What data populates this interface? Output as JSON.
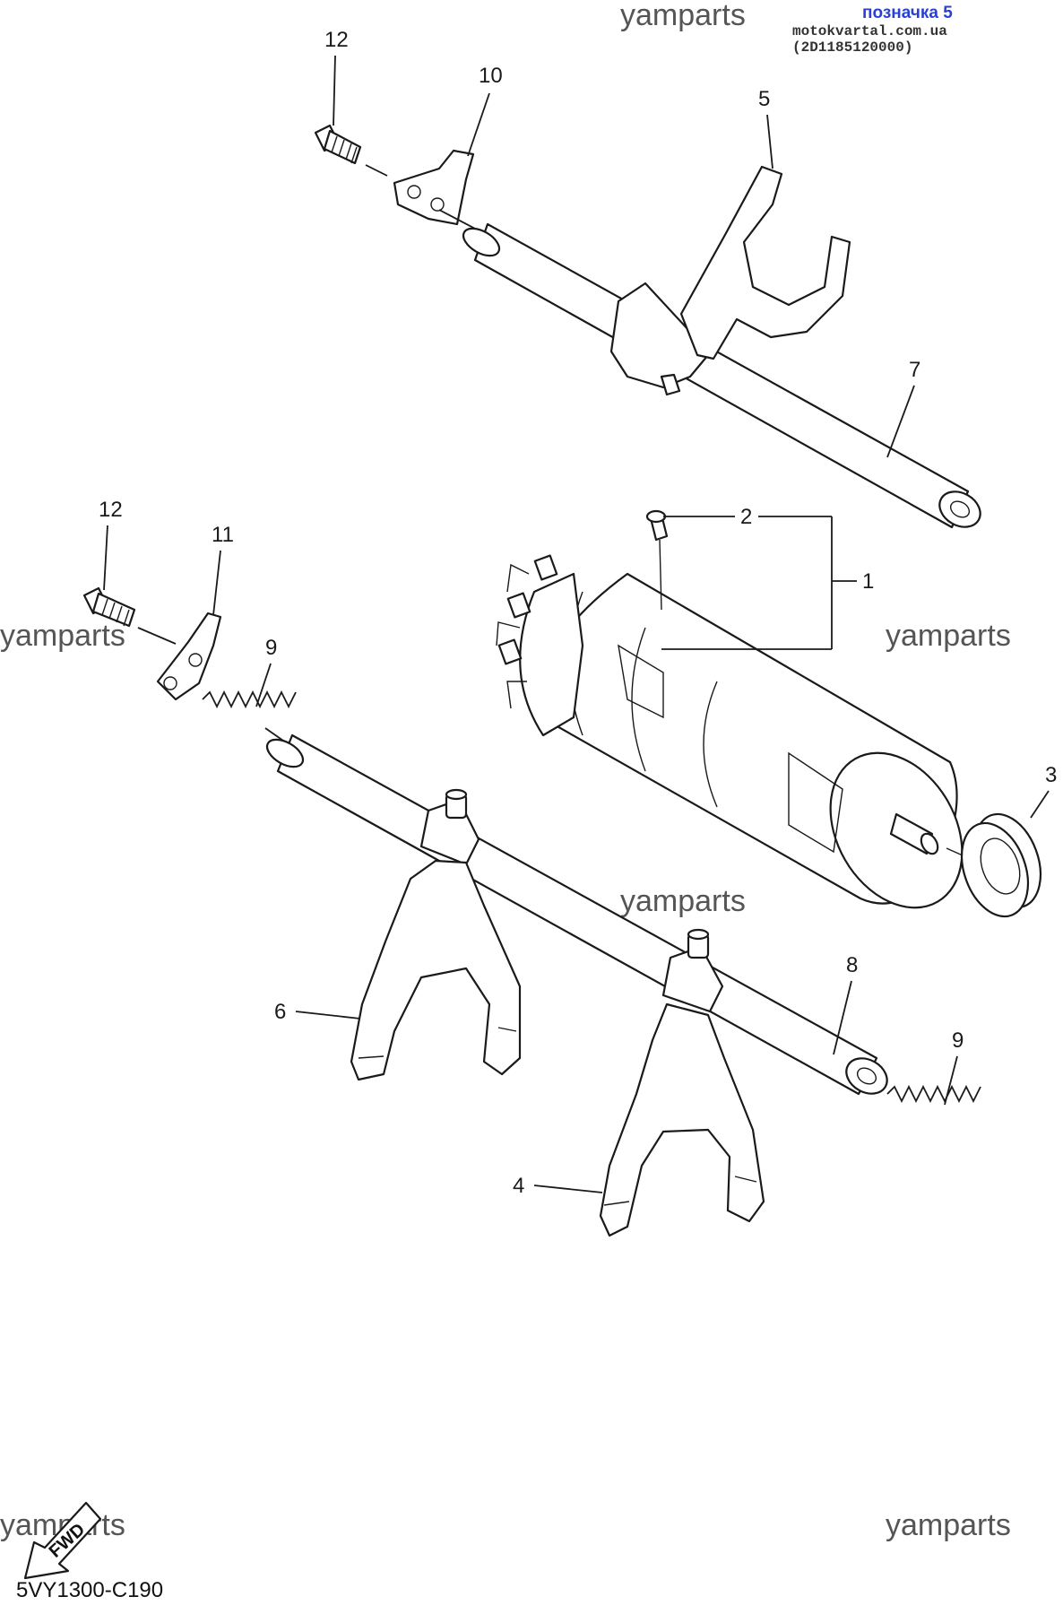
{
  "header": {
    "tag_label": "позначка 5",
    "tag_source": "motokvartal.com.ua (2D1185120000)"
  },
  "watermarks": {
    "top": "yamparts",
    "left_mid": "yamparts",
    "right_mid": "yamparts",
    "center": "yamparts",
    "bottom_left": "yamparts",
    "bottom_right": "yamparts"
  },
  "callouts": {
    "c1": "1",
    "c2": "2",
    "c3": "3",
    "c4": "4",
    "c5": "5",
    "c6": "6",
    "c7": "7",
    "c8": "8",
    "c9a": "9",
    "c9b": "9",
    "c10": "10",
    "c11": "11",
    "c12a": "12",
    "c12b": "12"
  },
  "fwd_label": "FWD",
  "drawing_code": "5VY1300-C190"
}
